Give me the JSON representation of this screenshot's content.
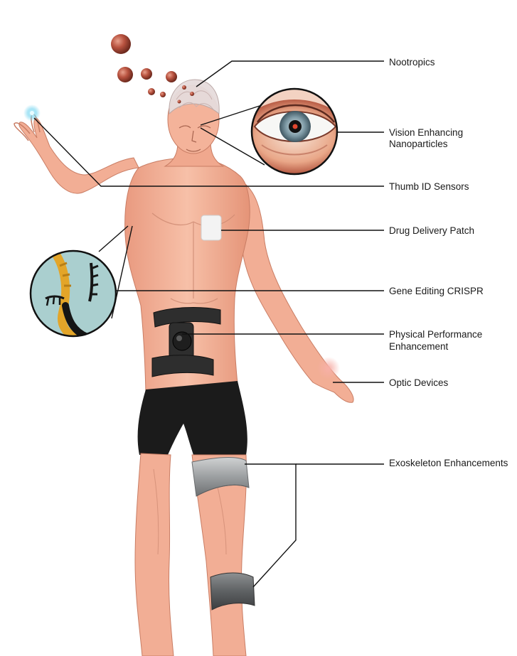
{
  "labels": {
    "nootropics": "Nootropics",
    "vision_line1": "Vision Enhancing",
    "vision_line2": "Nanoparticles",
    "thumb_id": "Thumb ID Sensors",
    "drug_patch": "Drug Delivery Patch",
    "gene_editing": "Gene Editing CRISPR",
    "physical_line1": "Physical Performance",
    "physical_line2": "Enhancement",
    "optic": "Optic Devices",
    "exoskeleton": "Exoskeleton Enhancements"
  },
  "colors": {
    "skin": "#f4b39a",
    "skin_shadow": "#dc8e73",
    "shorts": "#1b1b1b",
    "leader_line": "#111111",
    "nanoparticle": "#b8523f",
    "band": "#a5a7a9",
    "crispr_bg": "#aacfcf",
    "crispr_gold": "#e3a529"
  }
}
